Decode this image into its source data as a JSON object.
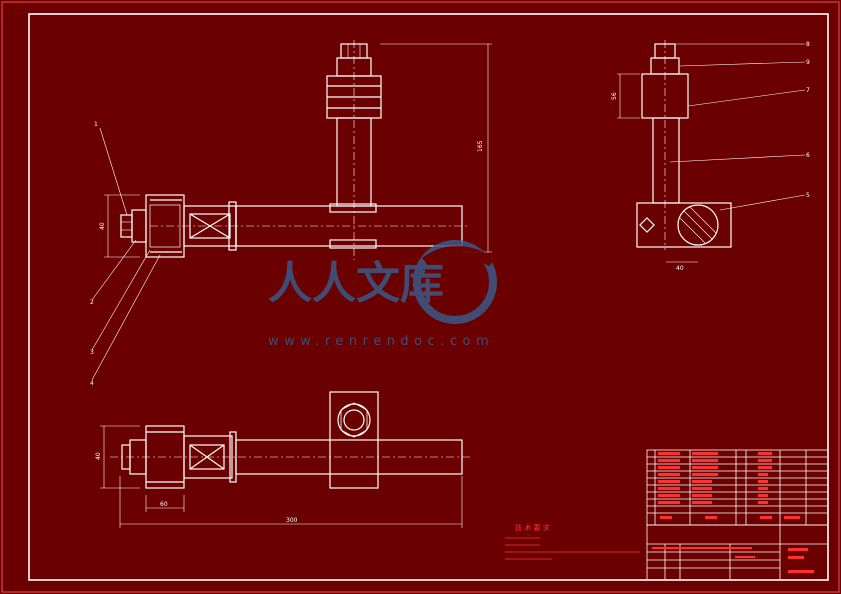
{
  "drawing": {
    "dimensions": {
      "top_view_height": "165",
      "right_view_height": "56",
      "right_view_width": "40",
      "nut_height": "40",
      "front_height": "40",
      "front_offset": "60",
      "total_length": "300"
    },
    "balloons": [
      "1",
      "2",
      "3",
      "4"
    ],
    "right_balloons": [
      "8",
      "9",
      "7",
      "6",
      "5"
    ]
  },
  "watermark": {
    "brand": "人人文库",
    "url": "www.renrendoc.com"
  },
  "technical_requirements": {
    "title": "技 术 要 求"
  },
  "colors": {
    "background": "#6b0000",
    "outline": "#ffffff",
    "frame": "#ff4d4d",
    "text_red": "#ff3030",
    "watermark": "#3a5a8a"
  }
}
